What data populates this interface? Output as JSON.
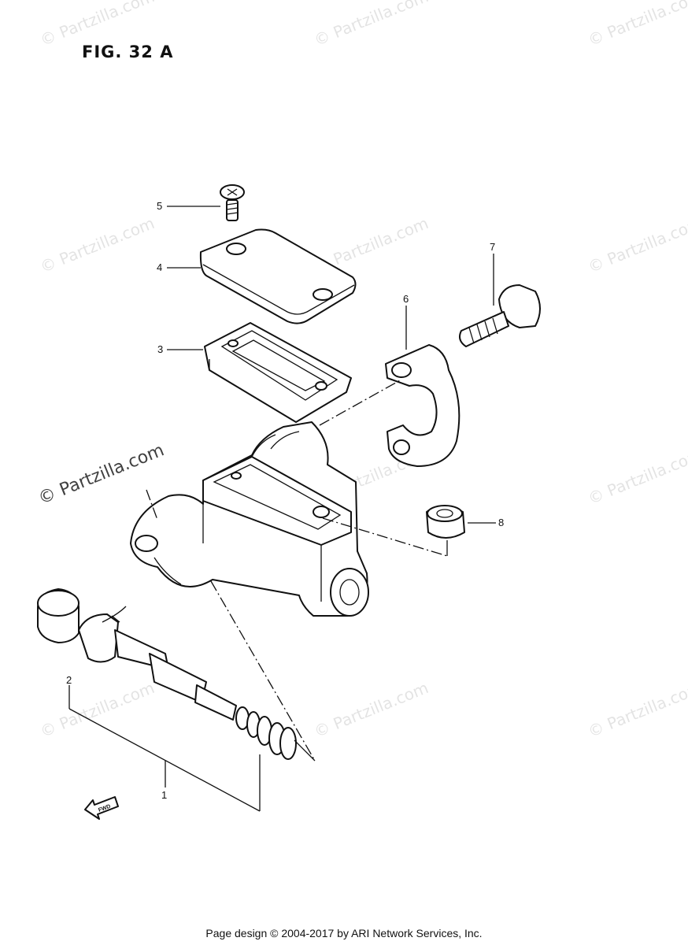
{
  "figure": {
    "title": "FIG. 32 A"
  },
  "callouts": [
    {
      "id": "1",
      "label": "1"
    },
    {
      "id": "2",
      "label": "2"
    },
    {
      "id": "3",
      "label": "3"
    },
    {
      "id": "4",
      "label": "4"
    },
    {
      "id": "5",
      "label": "5"
    },
    {
      "id": "6",
      "label": "6"
    },
    {
      "id": "7",
      "label": "7"
    },
    {
      "id": "8",
      "label": "8"
    }
  ],
  "fwd_arrow": {
    "label": "FWD"
  },
  "watermark": {
    "text": "© Partzilla.com"
  },
  "footer": {
    "text": "Page design © 2004-2017 by ARI Network Services, Inc."
  }
}
